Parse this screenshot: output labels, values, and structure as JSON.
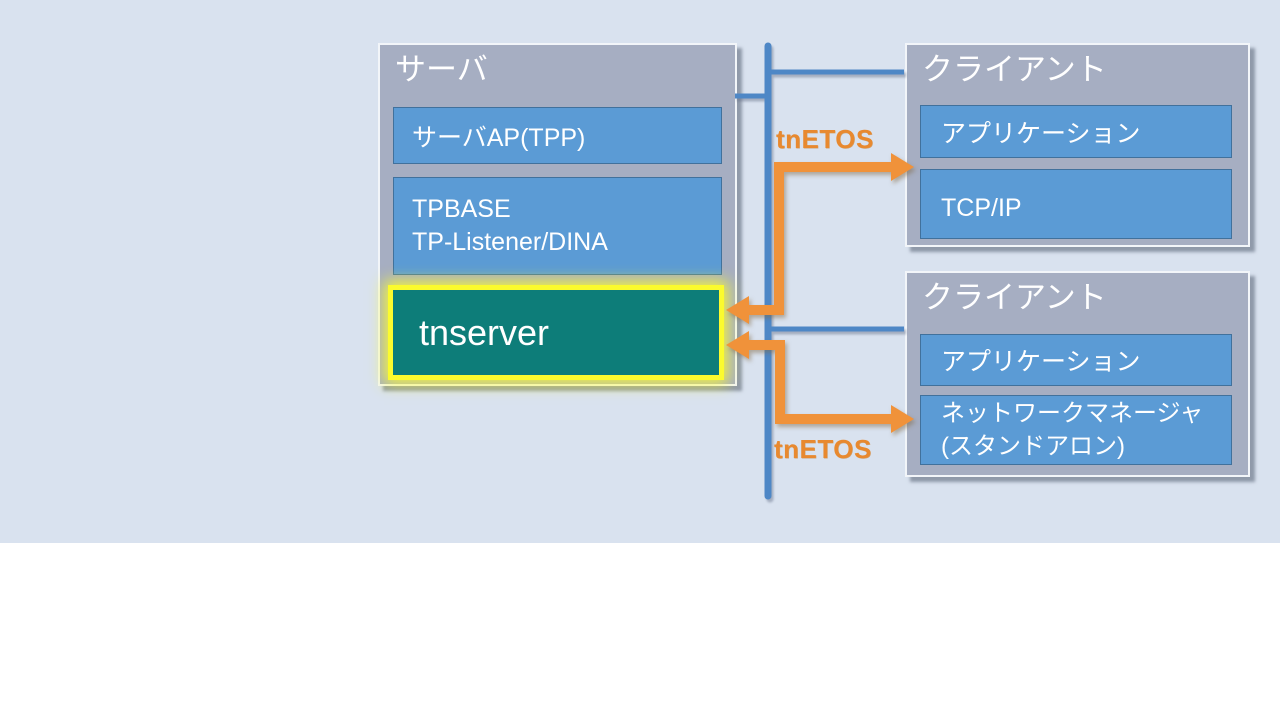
{
  "server": {
    "title": "サーバ",
    "ap_layer": "サーバAP(TPP)",
    "tpbase_line1": "TPBASE",
    "tpbase_line2": "TP-Listener/DINA",
    "tnserver": "tnserver"
  },
  "client_top": {
    "title": "クライアント",
    "application": "アプリケーション",
    "tcpip": "TCP/IP"
  },
  "client_bottom": {
    "title": "クライアント",
    "application": "アプリケーション",
    "network_manager_line1": "ネットワークマネージャ",
    "network_manager_line2": "(スタンドアロン)"
  },
  "labels": {
    "tnetos_top": "tnETOS",
    "tnetos_bottom": "tnETOS"
  },
  "colors": {
    "slide_background": "#d9e2ef",
    "panel_gray": "#a6aec2",
    "layer_blue": "#5b9bd5",
    "layer_blue_border": "#41719c",
    "bus_line_blue": "#4e87c6",
    "tnserver_teal": "#0d7d79",
    "highlight_yellow": "#fbfb2e",
    "arrow_orange": "#f0923a",
    "label_orange": "#e8892f"
  }
}
